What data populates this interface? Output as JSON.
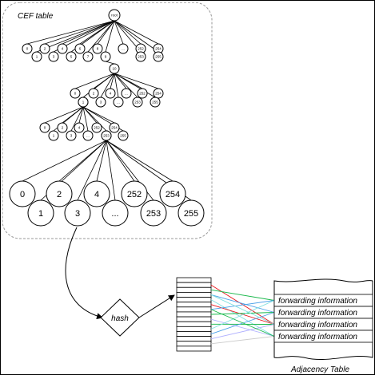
{
  "cef_title": "CEF table",
  "hash_label": "hash",
  "adjacency_title": "Adjacency Table",
  "root_label": "root",
  "level1_label": "10",
  "top_row_labels": [
    "0",
    "2",
    "4",
    "6",
    "8",
    "...",
    "252",
    "254"
  ],
  "bottom_row_labels": [
    "1",
    "3",
    "5",
    "7",
    "9",
    "253",
    "255"
  ],
  "forwarding_rows": [
    "forwarding information",
    "forwarding information",
    "forwarding information",
    "forwarding information"
  ],
  "hash_slot_count": 15,
  "link_colors": [
    "#e8151b",
    "#18b84a",
    "#4aa0e8",
    "#7fe0e0",
    "#b0b0ff",
    "#cccccc"
  ]
}
